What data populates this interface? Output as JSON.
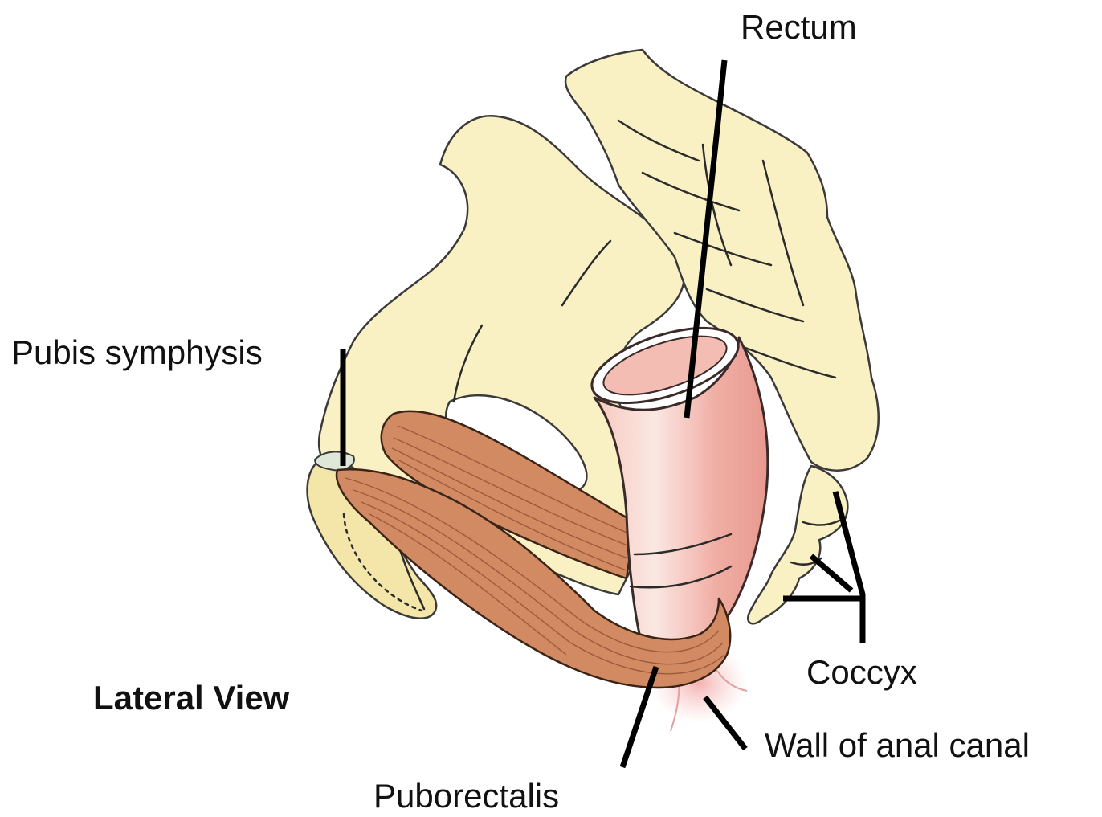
{
  "labels": {
    "rectum": "Rectum",
    "pubis_symphysis": "Pubis symphysis",
    "lateral_view": "Lateral View",
    "coccyx": "Coccyx",
    "wall_of_anal_canal": "Wall of anal canal",
    "puborectalis": "Puborectalis"
  },
  "colors": {
    "bone": "#f9f1c4",
    "muscle": "#d28a62",
    "rectum": "#f2b8b0",
    "leader": "#000000"
  }
}
